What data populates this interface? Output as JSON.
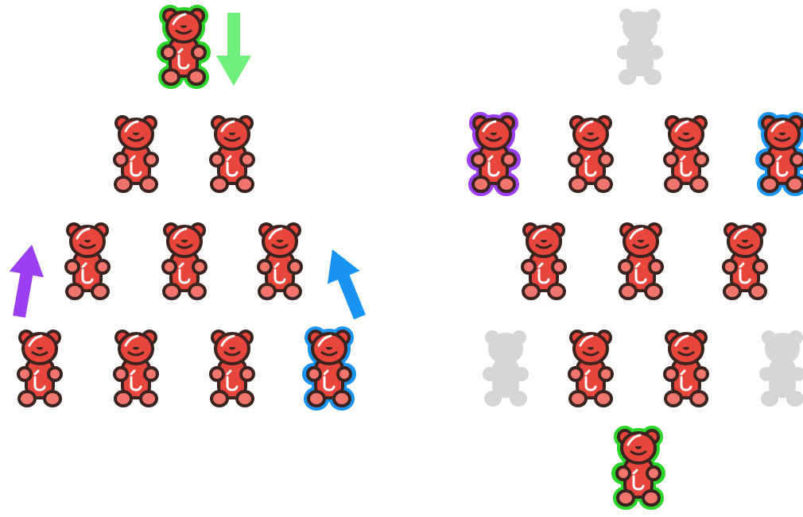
{
  "colors": {
    "background": "#ffffff",
    "bear_body": "#e8453c",
    "bear_light": "#f0756c",
    "bear_outline": "#3b2320",
    "ghost": "#d6d6d6",
    "green": "#2bd52b",
    "green_arrow": "#6ef07a",
    "purple": "#9b3ff2",
    "blue": "#1a94f2"
  },
  "panels": {
    "left": {
      "name": "left-pyramid",
      "bears": [
        {
          "name": "top",
          "state": "highlight-green"
        },
        {
          "name": "row2-a",
          "state": "normal"
        },
        {
          "name": "row2-b",
          "state": "normal"
        },
        {
          "name": "row3-a",
          "state": "normal"
        },
        {
          "name": "row3-b",
          "state": "normal"
        },
        {
          "name": "row3-c",
          "state": "normal"
        },
        {
          "name": "row4-a",
          "state": "normal"
        },
        {
          "name": "row4-b",
          "state": "normal"
        },
        {
          "name": "row4-c",
          "state": "normal"
        },
        {
          "name": "row4-d",
          "state": "highlight-blue"
        }
      ],
      "arrows": [
        {
          "name": "green-arrow",
          "color": "green_arrow",
          "direction": "down"
        },
        {
          "name": "purple-arrow",
          "color": "purple",
          "direction": "up-right"
        },
        {
          "name": "blue-arrow",
          "color": "blue",
          "direction": "up-left"
        }
      ]
    },
    "right": {
      "name": "right-arrangement",
      "bears": [
        {
          "name": "top",
          "state": "ghost"
        },
        {
          "name": "row2-a",
          "state": "highlight-purple"
        },
        {
          "name": "row2-b",
          "state": "normal"
        },
        {
          "name": "row2-c",
          "state": "normal"
        },
        {
          "name": "row2-d",
          "state": "highlight-blue"
        },
        {
          "name": "row3-a",
          "state": "normal"
        },
        {
          "name": "row3-b",
          "state": "normal"
        },
        {
          "name": "row3-c",
          "state": "normal"
        },
        {
          "name": "row4-a",
          "state": "ghost"
        },
        {
          "name": "row4-b",
          "state": "normal"
        },
        {
          "name": "row4-c",
          "state": "normal"
        },
        {
          "name": "row4-d",
          "state": "ghost"
        },
        {
          "name": "bottom",
          "state": "highlight-green"
        }
      ]
    }
  }
}
